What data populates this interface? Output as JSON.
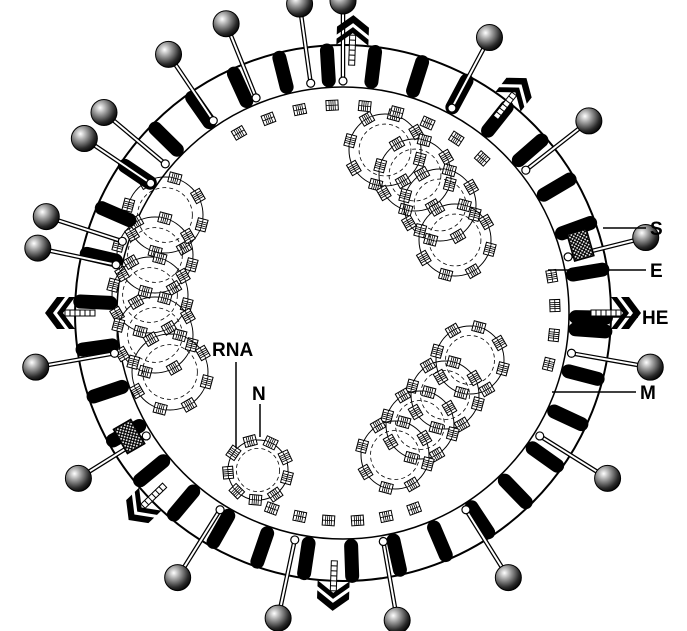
{
  "labels": {
    "s": "S",
    "e": "E",
    "he": "HE",
    "m": "M",
    "rna": "RNA",
    "n": "N"
  },
  "colors": {
    "ink": "#000000",
    "paper": "#ffffff"
  }
}
